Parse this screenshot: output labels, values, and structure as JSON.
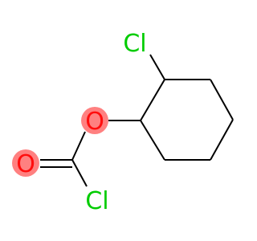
{
  "molecule": {
    "atoms": {
      "cl_ring": {
        "label": "Cl",
        "color": "#00cc00"
      },
      "o_ester": {
        "label": "O",
        "color": "#ff0d0d",
        "highlight": "#ff8080"
      },
      "o_carbonyl": {
        "label": "O",
        "color": "#ff0d0d",
        "highlight": "#ff8080"
      },
      "cl_acyl": {
        "label": "Cl",
        "color": "#00cc00"
      }
    },
    "bond_color": "#000000"
  }
}
